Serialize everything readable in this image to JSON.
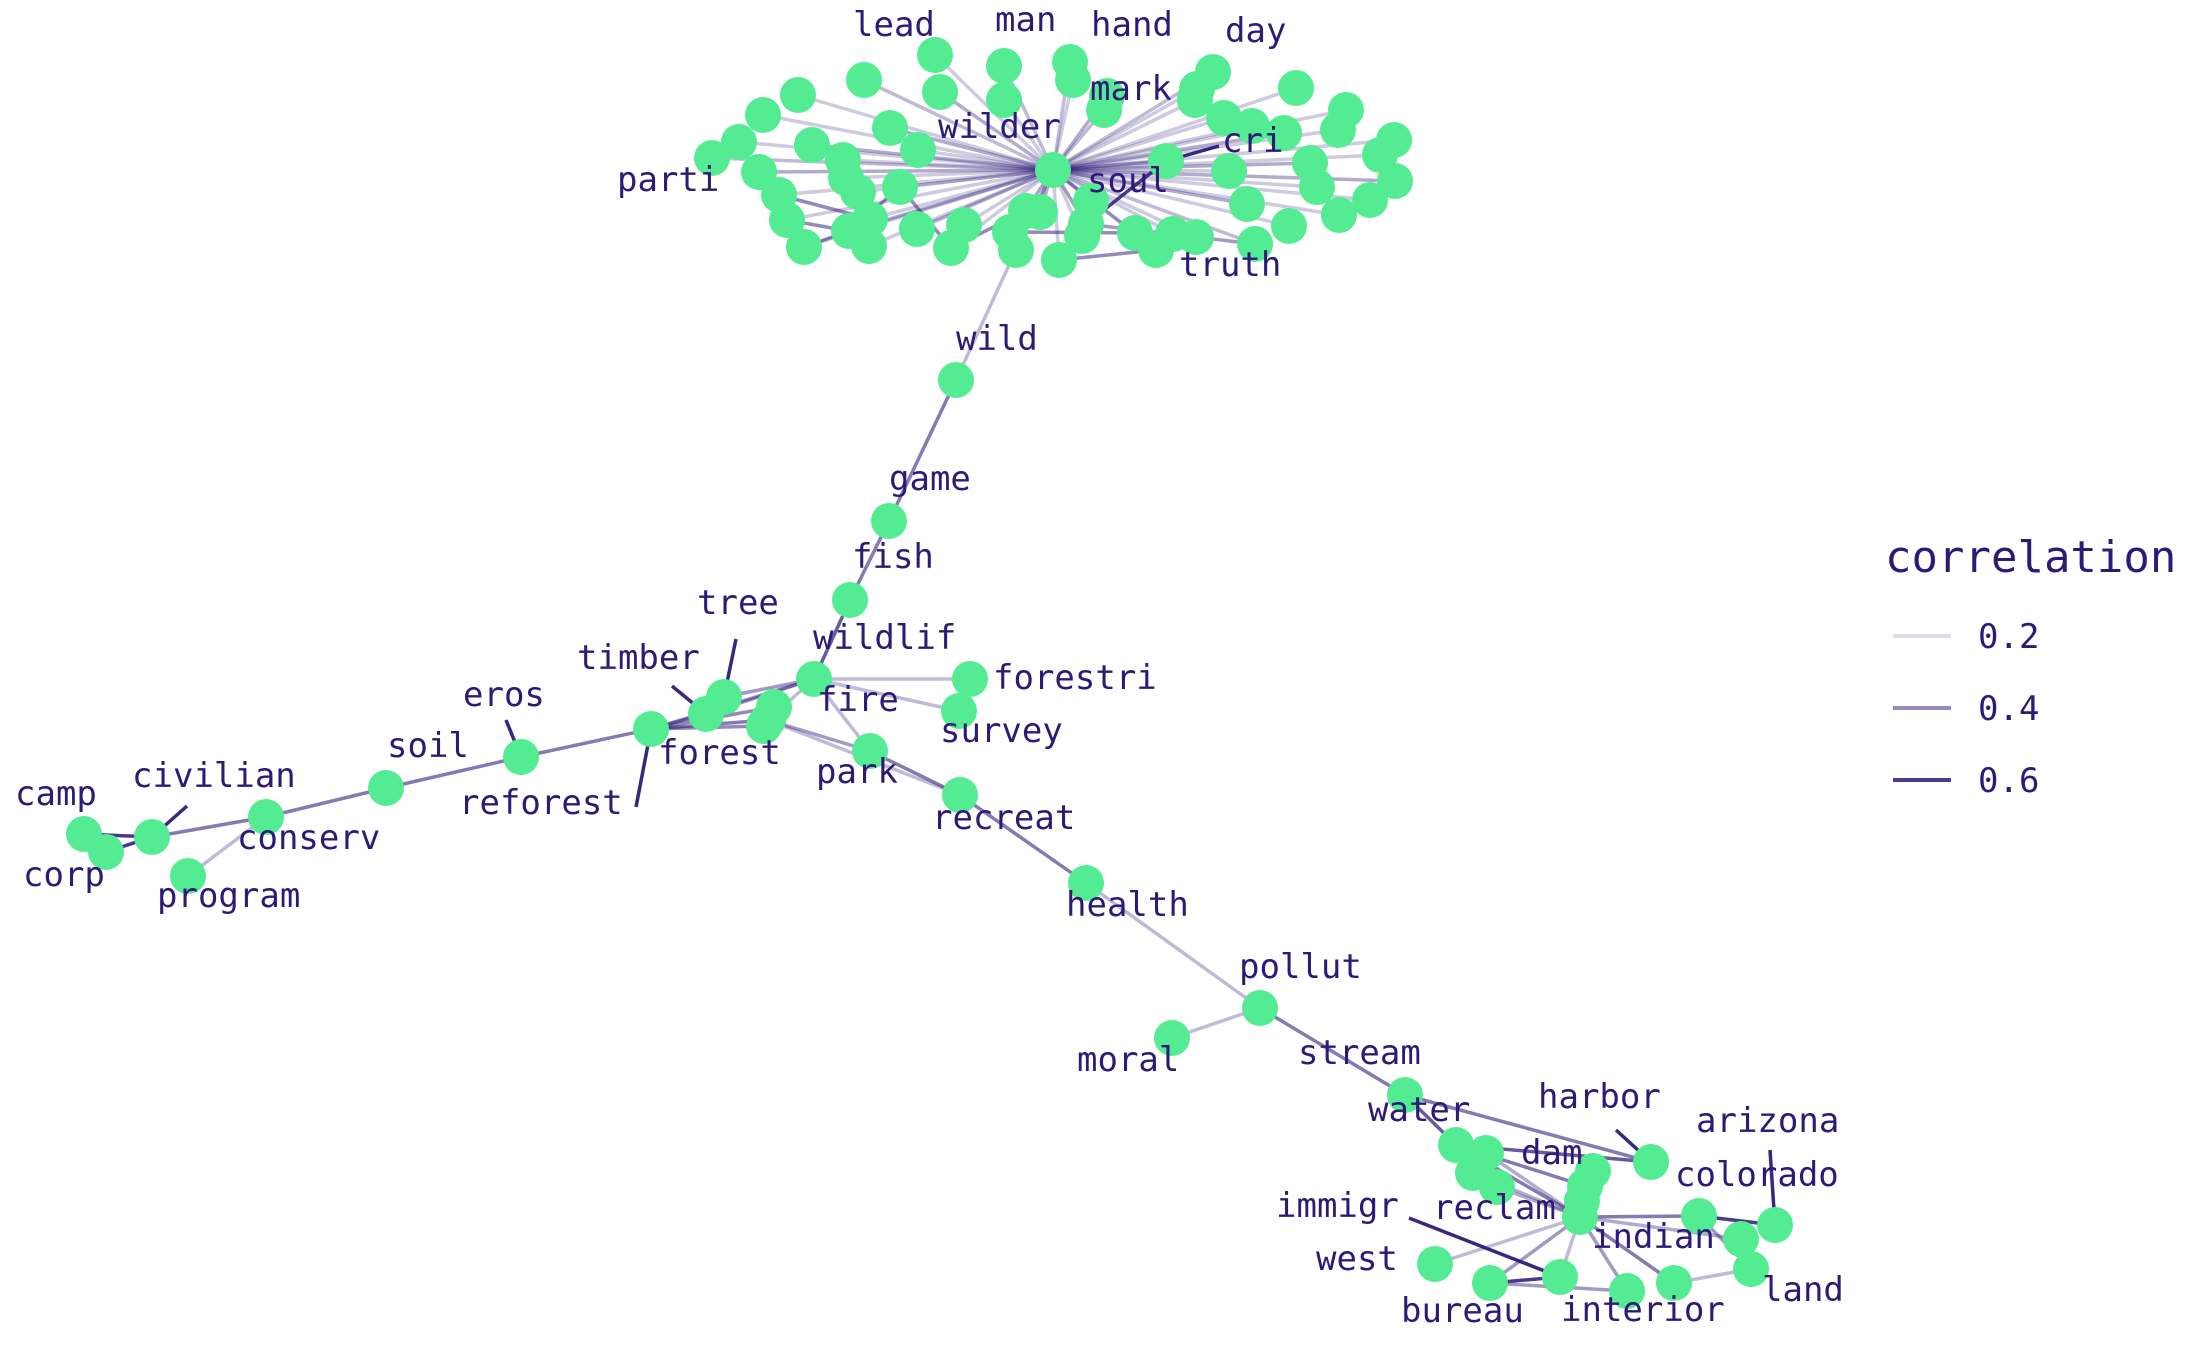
{
  "chart_data": {
    "type": "network",
    "node_color": "#54ec92",
    "edge_color": "#2d1a78",
    "legend": {
      "title": "correlation",
      "placement": "right",
      "entries": [
        {
          "label": "0.2",
          "value": 0.2
        },
        {
          "label": "0.4",
          "value": 0.4
        },
        {
          "label": "0.6",
          "value": 0.6
        }
      ]
    },
    "labels": {
      "lead": "lead",
      "man": "man",
      "hand": "hand",
      "day": "day",
      "mark": "mark",
      "wilder": "wilder",
      "cri": "cri",
      "parti": "parti",
      "soul": "soul",
      "truth": "truth",
      "wild": "wild",
      "game": "game",
      "fish": "fish",
      "tree": "tree",
      "wildlif": "wildlif",
      "timber": "timber",
      "forestri": "forestri",
      "eros": "eros",
      "fire": "fire",
      "survey": "survey",
      "soil": "soil",
      "forest": "forest",
      "civilian": "civilian",
      "camp": "camp",
      "reforest": "reforest",
      "park": "park",
      "conserv": "conserv",
      "corp": "corp",
      "recreat": "recreat",
      "program": "program",
      "health": "health",
      "pollut": "pollut",
      "moral": "moral",
      "stream": "stream",
      "harbor": "harbor",
      "water": "water",
      "arizona": "arizona",
      "dam": "dam",
      "colorado": "colorado",
      "immigr": "immigr",
      "reclam": "reclam",
      "indian": "indian",
      "west": "west",
      "land": "land",
      "bureau": "bureau",
      "interior": "interior"
    },
    "edges": [
      [
        "wilder",
        "wild",
        0.2
      ],
      [
        "wild",
        "game",
        0.4
      ],
      [
        "game",
        "fish",
        0.4
      ],
      [
        "fish",
        "wildlif",
        0.5
      ],
      [
        "wildlif",
        "tree",
        0.3
      ],
      [
        "wildlif",
        "timber",
        0.3
      ],
      [
        "wildlif",
        "forest",
        0.3
      ],
      [
        "wildlif",
        "forestri",
        0.2
      ],
      [
        "wildlif",
        "survey",
        0.2
      ],
      [
        "wildlif",
        "fire",
        0.2
      ],
      [
        "wildlif",
        "park",
        0.2
      ],
      [
        "tree",
        "timber",
        0.6
      ],
      [
        "timber",
        "forest",
        0.4
      ],
      [
        "forest",
        "reforest",
        0.5
      ],
      [
        "forest",
        "eros",
        0.4
      ],
      [
        "forest",
        "fire",
        0.4
      ],
      [
        "eros",
        "soil",
        0.4
      ],
      [
        "soil",
        "conserv",
        0.4
      ],
      [
        "conserv",
        "civilian",
        0.4
      ],
      [
        "conserv",
        "program",
        0.2
      ],
      [
        "civilian",
        "camp",
        0.6
      ],
      [
        "civilian",
        "corp",
        0.6
      ],
      [
        "camp",
        "corp",
        0.5
      ],
      [
        "fire",
        "park",
        0.3
      ],
      [
        "park",
        "recreat",
        0.4
      ],
      [
        "fire",
        "recreat",
        0.2
      ],
      [
        "recreat",
        "health",
        0.4
      ],
      [
        "health",
        "pollut",
        0.2
      ],
      [
        "pollut",
        "moral",
        0.2
      ],
      [
        "pollut",
        "stream",
        0.4
      ],
      [
        "stream",
        "water",
        0.5
      ],
      [
        "stream",
        "harbor",
        0.4
      ],
      [
        "water",
        "harbor",
        0.5
      ],
      [
        "water",
        "dam",
        0.4
      ],
      [
        "water",
        "reclam",
        0.4
      ],
      [
        "dam",
        "reclam",
        0.4
      ],
      [
        "reclam",
        "indian",
        0.4
      ],
      [
        "reclam",
        "colorado",
        0.4
      ],
      [
        "colorado",
        "arizona",
        0.6
      ],
      [
        "colorado",
        "land",
        0.3
      ],
      [
        "indian",
        "land",
        0.2
      ],
      [
        "reclam",
        "immigr",
        0.2
      ],
      [
        "immigr",
        "bureau",
        0.6
      ],
      [
        "reclam",
        "west",
        0.2
      ],
      [
        "reclam",
        "bureau",
        0.3
      ],
      [
        "reclam",
        "interior",
        0.3
      ],
      [
        "bureau",
        "interior",
        0.3
      ],
      [
        "wilder",
        "mark",
        0.2
      ],
      [
        "wilder",
        "cri",
        0.3
      ],
      [
        "cri",
        "soul",
        0.6
      ],
      [
        "wilder",
        "soul",
        0.3
      ],
      [
        "wilder",
        "truth",
        0.2
      ],
      [
        "wilder",
        "lead",
        0.2
      ],
      [
        "wilder",
        "man",
        0.2
      ],
      [
        "wilder",
        "hand",
        0.2
      ],
      [
        "wilder",
        "day",
        0.2
      ],
      [
        "wilder",
        "parti",
        0.2
      ],
      [
        "soul",
        "truth",
        0.3
      ]
    ]
  }
}
